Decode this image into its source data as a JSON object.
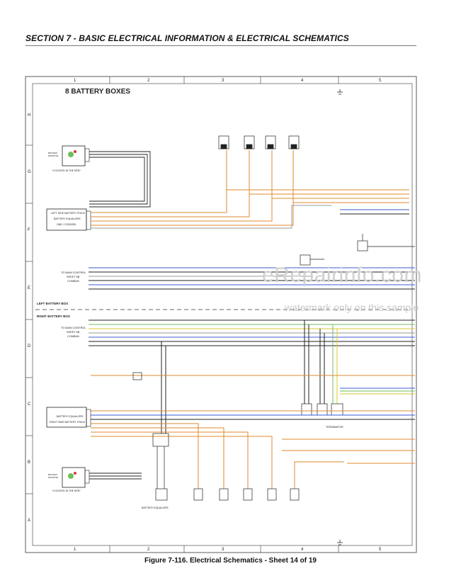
{
  "header": {
    "section_title": "SECTION 7 - BASIC ELECTRICAL INFORMATION & ELECTRICAL SCHEMATICS"
  },
  "diagram": {
    "title": "8 BATTERY BOXES",
    "grid_columns": [
      "1",
      "2",
      "3",
      "4",
      "5"
    ],
    "grid_rows": [
      "H",
      "G",
      "F",
      "E",
      "D",
      "C",
      "B",
      "A"
    ],
    "left_battery_box_label": "LEFT BATTERY BOX",
    "right_battery_box_label": "RIGHT BATTERY BOX",
    "located_in_mtb_note_top": "*LOCATED IN THE MTB*",
    "located_in_mtb_note_bottom": "*LOCATED IN THE MTB*",
    "left_equalizer_label": "LEFT SIDE BATTERY STACK\nBATTERY EQUALIZER\nGND / CODE/BS",
    "right_equalizer_label": "BATTERY EQUALIZER\nRIGHT SIDE BATTERY STACK",
    "control_label_top": "TO MAIN CONTROL\nSHEET 6B\nCOMBAN",
    "control_label_bottom": "TO MAIN CONTROL\nSHEET 6B\nCOMBAN",
    "terminator_label": "TERMINATOR",
    "bottom_connector_label": "BATTERY EQUALIZER"
  },
  "watermark": {
    "brand": "eRepairinfo.com",
    "note": "watermark only on this sample"
  },
  "caption": "Figure 7-116.  Electrical Schematics - Sheet 14 of 19",
  "colors": {
    "orange": "#e08a2c",
    "blue": "#3b5bd6",
    "green": "#6fbf5a",
    "yellow": "#d8c832",
    "gray": "#9a9a9a",
    "black": "#222222"
  }
}
